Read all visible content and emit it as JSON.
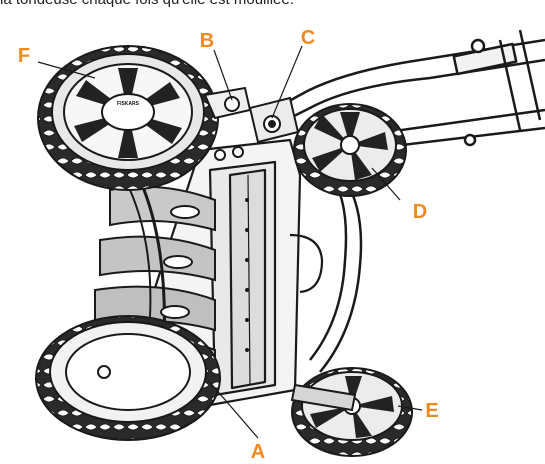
{
  "caption": "la tondeuse chaque fois qu'elle est mouillée.",
  "brand": "FISKARS",
  "accent_color": "#ee8a1e",
  "callouts": [
    {
      "letter": "A",
      "part": "cutting-cylinder"
    },
    {
      "letter": "B",
      "part": "height-adjustment-lever"
    },
    {
      "letter": "C",
      "part": "handle-mount"
    },
    {
      "letter": "D",
      "part": "rear-roller-wheel-upper"
    },
    {
      "letter": "E",
      "part": "rear-roller-wheel-lower"
    },
    {
      "letter": "F",
      "part": "main-drive-wheel"
    }
  ]
}
